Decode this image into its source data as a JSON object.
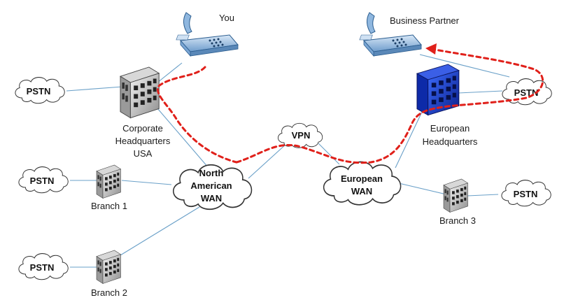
{
  "labels": {
    "you": "You",
    "business_partner": "Business Partner",
    "corporate_hq": [
      "Corporate",
      "Headquarters",
      "USA"
    ],
    "european_hq": [
      "European",
      "Headquarters"
    ],
    "branch1": "Branch 1",
    "branch2": "Branch 2",
    "branch3": "Branch 3"
  },
  "clouds": {
    "pstn_hq": "PSTN",
    "pstn_b1": "PSTN",
    "pstn_b2": "PSTN",
    "pstn_eu": "PSTN",
    "pstn_b3": "PSTN",
    "vpn": "VPN",
    "na_wan": [
      "North",
      "American",
      "WAN"
    ],
    "eu_wan": [
      "European",
      "WAN"
    ]
  },
  "colors": {
    "link": "#6aa0c8",
    "call_path": "#e0201a",
    "hq_building": "#c8c8c8",
    "eu_building": "#1f45d6",
    "phone": "#5a8fc4"
  },
  "icons": {
    "phone": "desk-phone-icon",
    "building": "office-building-icon",
    "cloud": "network-cloud-icon"
  }
}
